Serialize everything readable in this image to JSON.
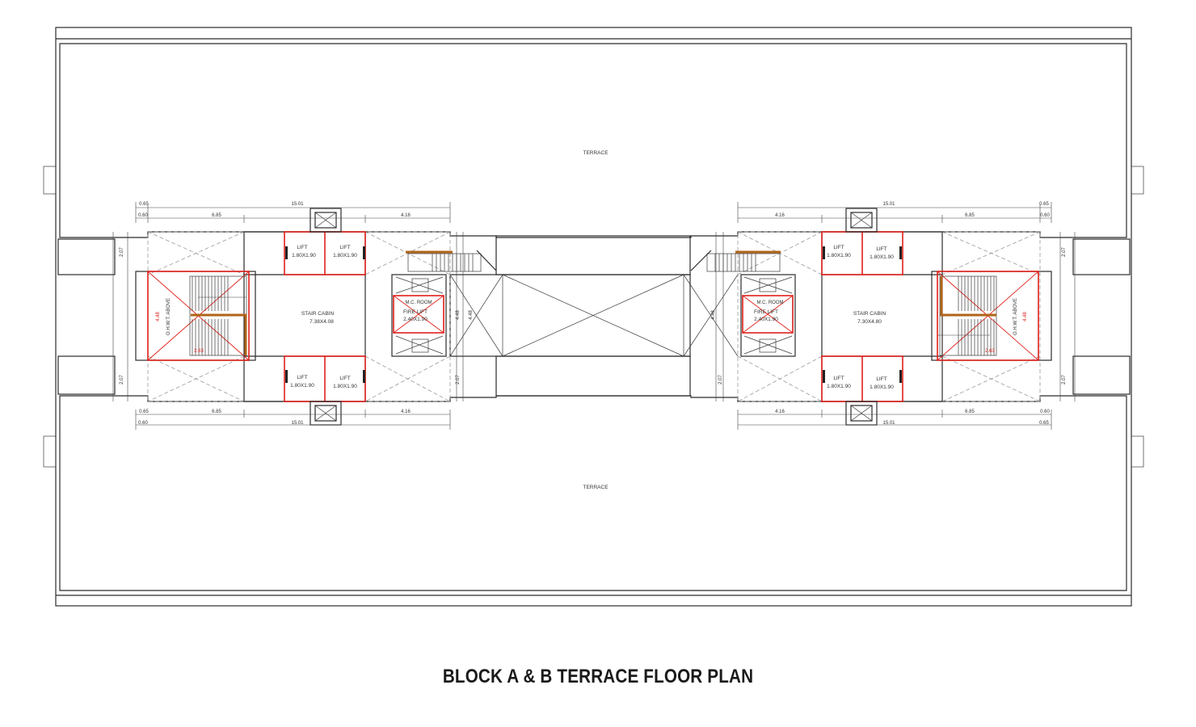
{
  "title": "BLOCK A & B TERRACE FLOOR PLAN",
  "labels": {
    "terrace": "TERRACE",
    "stair_cabin": "STAIR CABIN",
    "lift": "LIFT",
    "fire_lift": "FIRE LIFT",
    "mc_room": "M.C. ROOM",
    "ohwt": "O.H.W.T. ABOVE"
  },
  "left_block": {
    "stair_cabin_size": "7.38X4.08",
    "lift_sizes": [
      "1.80X1.90",
      "1.80X1.90",
      "1.80X1.90",
      "1.80X1.90"
    ],
    "fire_lift_size": "2.40X1.90",
    "dims_top": [
      "0.65",
      "15.01",
      "0.60",
      "6.85",
      "4.16"
    ],
    "dims_bottom": [
      "0.65",
      "6.85",
      "4.16",
      "0.60",
      "15.01"
    ],
    "dims_side": [
      "2.07",
      "2.07",
      "4.48",
      "4.48",
      "2.07"
    ],
    "stair_red_dims": [
      "4.48",
      "2.63"
    ]
  },
  "right_block": {
    "stair_cabin_size": "7.30X4.80",
    "lift_sizes": [
      "1.80X1.90",
      "1.80X1.90",
      "1.80X1.90",
      "1.80X1.90"
    ],
    "fire_lift_size": "2.40X1.90",
    "dims_top": [
      "15.01",
      "0.65",
      "4.16",
      "6.85",
      "0.60"
    ],
    "dims_bottom": [
      "4.16",
      "6.85",
      "0.60",
      "15.01",
      "0.65"
    ],
    "dims_side": [
      "2.07",
      "2.07",
      "4.48",
      "2.07"
    ],
    "stair_red_dims": [
      "4.48",
      "2.63"
    ]
  },
  "colors": {
    "line": "#2b2b2b",
    "red": "#e0201b",
    "brown": "#b0641a",
    "dashed": "#9a9a9a"
  }
}
